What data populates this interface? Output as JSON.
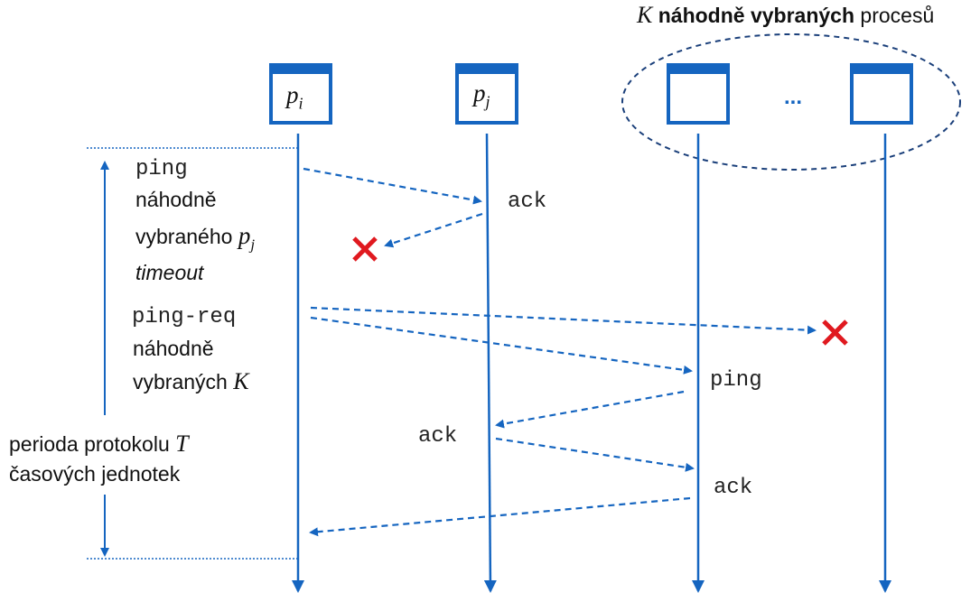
{
  "title": {
    "k_symbol": "K",
    "bold_text": "náhodně vybraných",
    "suffix": "procesů"
  },
  "processes": {
    "pi": {
      "letter": "p",
      "sub": "i"
    },
    "pj": {
      "letter": "p",
      "sub": "j"
    },
    "ellipsis": "..."
  },
  "steps": {
    "ping": "ping",
    "random_line1": "náhodně",
    "random_line2_prefix": "vybraného",
    "pj_letter": "p",
    "pj_sub": "j",
    "timeout": "timeout",
    "ping_req": "ping-req",
    "random_k_line1": "náhodně",
    "random_k_line2_prefix": "vybraných",
    "k_symbol": "K"
  },
  "messages": {
    "ack1": "ack",
    "ping2": "ping",
    "ack2": "ack",
    "ack3": "ack"
  },
  "period": {
    "line1_prefix": "perioda protokolu",
    "t_symbol": "T",
    "line2": "časových jednotek"
  },
  "colors": {
    "accent": "#1565c0",
    "failure": "#e0191f",
    "text": "#111111"
  }
}
